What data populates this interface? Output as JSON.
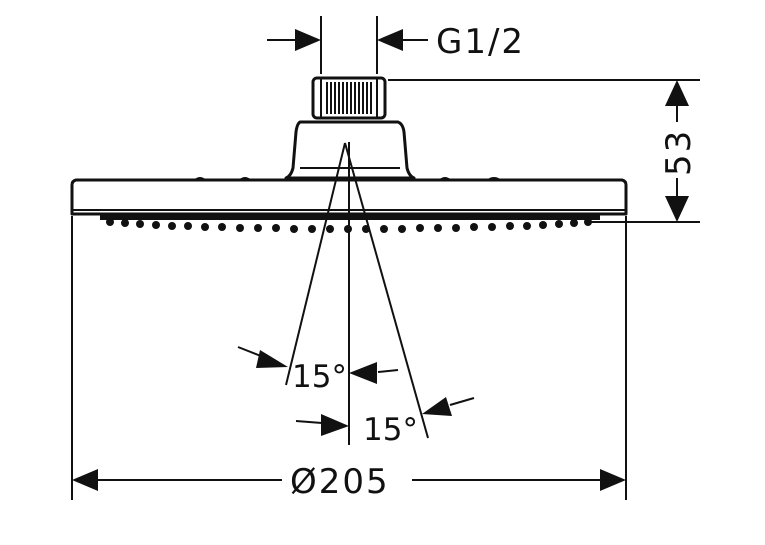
{
  "drawing": {
    "thread_label": "G1/2",
    "height_label": "53",
    "angle_label_left": "15°",
    "angle_label_right": "15°",
    "diameter_label": "Ø205"
  }
}
